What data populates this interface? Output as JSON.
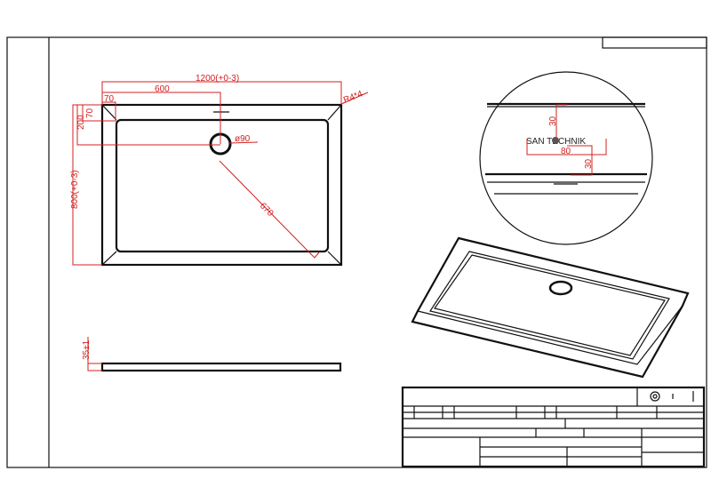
{
  "drawing": {
    "plan_view": {
      "dim_length": "1200(+0-3)",
      "dim_drain_x": "600",
      "dim_edge_x": "70",
      "dim_edge_y": "70",
      "dim_drain_y": "200",
      "dim_width": "800(+0-3)",
      "dim_drain_diameter": "ø90",
      "dim_diagonal": "670",
      "dim_radius": "R4*4"
    },
    "side_view": {
      "dim_height": "35±1"
    },
    "detail_view": {
      "logo_text": "SAN TECHNIK",
      "dim_top": "30",
      "dim_logo_width": "80",
      "dim_bottom": "30"
    },
    "colors": {
      "dimension": "#d42020",
      "line": "#111111"
    }
  }
}
